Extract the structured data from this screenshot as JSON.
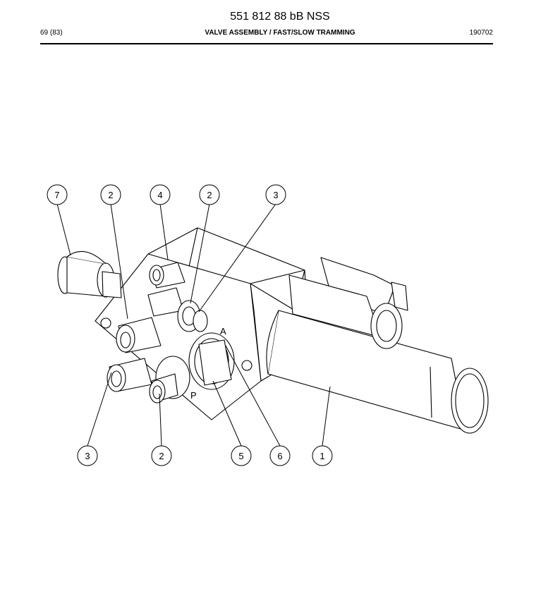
{
  "header": {
    "document_number": "551 812 88 bB NSS",
    "page": "69 (83)",
    "title": "VALVE ASSEMBLY / FAST/SLOW TRAMMING",
    "code": "190702"
  },
  "drawing": {
    "port_labels": {
      "a": "A",
      "p": "P"
    },
    "callouts": [
      {
        "label": "7"
      },
      {
        "label": "2"
      },
      {
        "label": "4"
      },
      {
        "label": "2"
      },
      {
        "label": "3"
      },
      {
        "label": "3"
      },
      {
        "label": "2"
      },
      {
        "label": "5"
      },
      {
        "label": "6"
      },
      {
        "label": "1"
      }
    ]
  }
}
